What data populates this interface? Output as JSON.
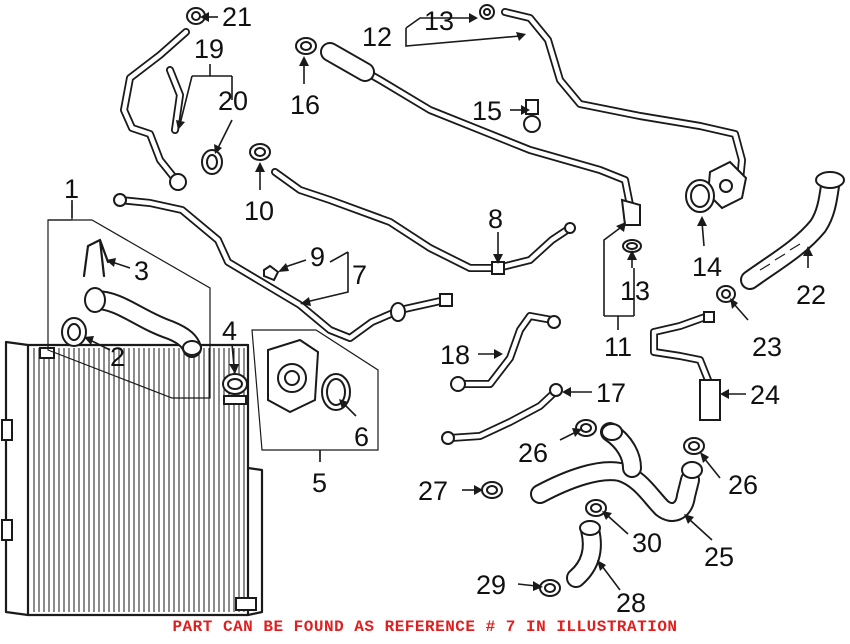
{
  "callouts": [
    {
      "id": "1",
      "label": "1"
    },
    {
      "id": "2",
      "label": "2"
    },
    {
      "id": "3",
      "label": "3"
    },
    {
      "id": "4",
      "label": "4"
    },
    {
      "id": "5",
      "label": "5"
    },
    {
      "id": "6",
      "label": "6"
    },
    {
      "id": "7",
      "label": "7"
    },
    {
      "id": "8",
      "label": "8"
    },
    {
      "id": "9",
      "label": "9"
    },
    {
      "id": "10",
      "label": "10"
    },
    {
      "id": "11",
      "label": "11"
    },
    {
      "id": "12",
      "label": "12"
    },
    {
      "id": "13a",
      "label": "13"
    },
    {
      "id": "13b",
      "label": "13"
    },
    {
      "id": "14",
      "label": "14"
    },
    {
      "id": "15",
      "label": "15"
    },
    {
      "id": "16",
      "label": "16"
    },
    {
      "id": "17",
      "label": "17"
    },
    {
      "id": "18",
      "label": "18"
    },
    {
      "id": "19",
      "label": "19"
    },
    {
      "id": "20",
      "label": "20"
    },
    {
      "id": "21",
      "label": "21"
    },
    {
      "id": "22",
      "label": "22"
    },
    {
      "id": "23",
      "label": "23"
    },
    {
      "id": "24",
      "label": "24"
    },
    {
      "id": "25",
      "label": "25"
    },
    {
      "id": "26a",
      "label": "26"
    },
    {
      "id": "26b",
      "label": "26"
    },
    {
      "id": "27",
      "label": "27"
    },
    {
      "id": "28",
      "label": "28"
    },
    {
      "id": "29",
      "label": "29"
    },
    {
      "id": "30",
      "label": "30"
    }
  ],
  "notice": {
    "text": "PART CAN BE FOUND AS REFERENCE # 7 IN ILLUSTRATION",
    "color": "#e02020"
  },
  "colors": {
    "line": "#1a1a1a",
    "background": "#ffffff"
  }
}
